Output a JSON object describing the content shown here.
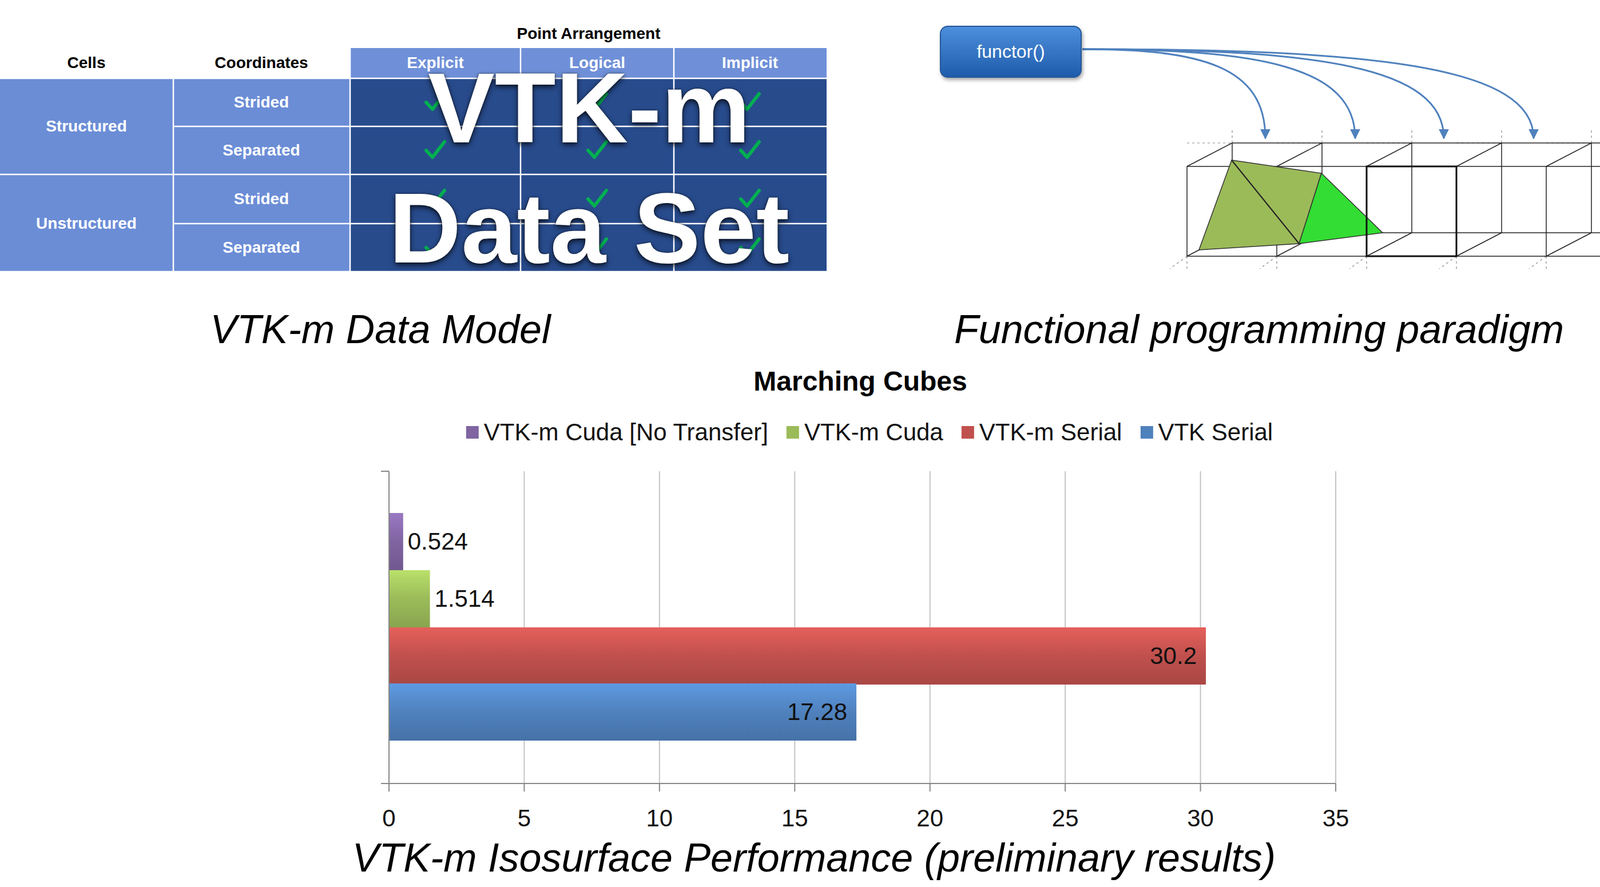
{
  "diagram": {
    "title": "Marching Cubes",
    "caption": "VTK-m Isosurface Performance (preliminary results)",
    "nodes": [
      {
        "text": [
          "functor()"
        ]
      }
    ],
    "labels": [
      "Point Arrangement",
      "Cells",
      "Coordinates",
      "Explicit",
      "Logical",
      "Implicit",
      "Structured",
      "Strided",
      "Separated",
      "Unstructured",
      "Strided",
      "Separated",
      "VTK-m Data Set",
      "VTK-m Data Model",
      "Functional programming paradigm",
      "0.524",
      "1.514",
      "30.2",
      "17.28",
      "0",
      "5",
      "10",
      "15",
      "20",
      "25",
      "30",
      "35"
    ],
    "legend": [
      {
        "text": "VTK-m Cuda [No Transfer]",
        "color": "#8064A2"
      },
      {
        "text": "VTK-m Cuda",
        "color": "#9BBB59"
      },
      {
        "text": "VTK-m Serial",
        "color": "#C0504D"
      },
      {
        "text": "VTK Serial",
        "color": "#4F81BD"
      }
    ]
  }
}
